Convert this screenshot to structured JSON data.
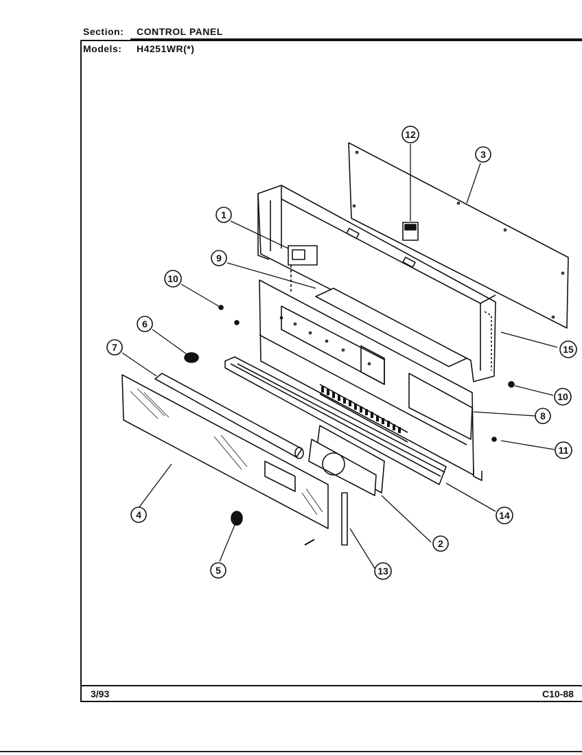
{
  "header": {
    "section_label": "Section:",
    "section_value": "CONTROL PANEL",
    "models_label": "Models:",
    "models_value": "H4251WR(*)"
  },
  "footer": {
    "date": "3/93",
    "code": "C10-88"
  },
  "callouts": [
    "1",
    "2",
    "3",
    "4",
    "5",
    "6",
    "7",
    "8",
    "9",
    "10",
    "11",
    "12",
    "13",
    "14",
    "15",
    "10"
  ]
}
